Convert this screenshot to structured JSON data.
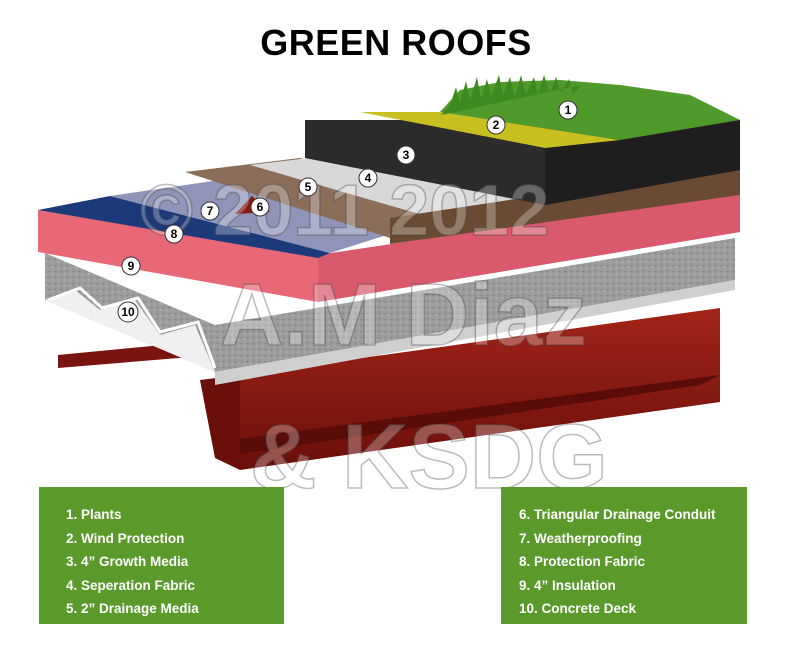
{
  "title": "GREEN ROOFS",
  "watermark": {
    "line1": "© 2011 2012",
    "line2": "A.M Diaz",
    "line3": "& KSDG"
  },
  "callouts": [
    "1",
    "2",
    "3",
    "4",
    "5",
    "6",
    "7",
    "8",
    "9",
    "10"
  ],
  "legend_left": [
    "1. Plants",
    "2. Wind Protection",
    "3. 4” Growth Media",
    "4. Seperation Fabric",
    "5. 2” Drainage Media"
  ],
  "legend_right": [
    "6. Triangular Drainage Conduit",
    "7. Weatherproofing",
    "8. Protection Fabric",
    "9. 4” Insulation",
    "10. Concrete Deck"
  ],
  "colors": {
    "legend_bg": "#5a9a2a",
    "insulation": "#e86475",
    "steel": "#8b1a12",
    "weatherproofing": "#1c3a7a",
    "protection_fabric": "#8f94b8",
    "concrete": "#9a9a9a",
    "growth_media": "#2a2a2a",
    "wind_protection": "#c8c020",
    "plants": "#4f9a2a"
  }
}
